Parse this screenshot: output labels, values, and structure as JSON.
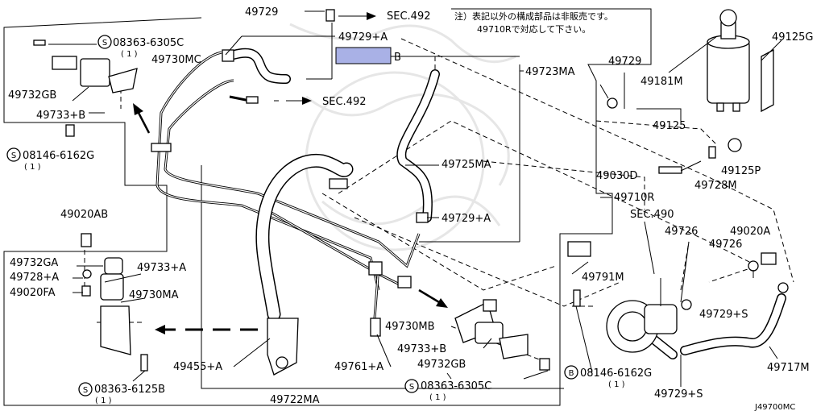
{
  "diagram": {
    "code": "J49700MC",
    "note": {
      "line1": "注）表記以外の構成部品は非販売です。",
      "line2": "49710Rで対応して下さい。"
    },
    "labels": {
      "p49729_top": "49729",
      "sec492_a": "SEC.492",
      "sec492_b": "SEC.492",
      "sec490": "SEC.490",
      "p49729_a": "49729+A",
      "p49729_a2": "49729+A",
      "b_callout": "B",
      "p49723ma": "49723MA",
      "p49730mc": "49730MC",
      "p49732gb_a": "49732GB",
      "p49733_b_a": "49733+B",
      "s08363_6305c_a": "08363-6305C",
      "s08363_6305c_a_q": "( 1 )",
      "s08146_6162g": "08146-6162G",
      "s08146_6162g_q": "( 1 )",
      "p49725ma": "49725MA",
      "p49729": "49729",
      "p49181m": "49181M",
      "p49125": "49125",
      "p49125g": "49125G",
      "p49030d": "49030D",
      "p49125p": "49125P",
      "p49728m": "49728M",
      "p49710r": "49710R",
      "p49020ab": "49020AB",
      "p49732ga": "49732GA",
      "p49733_a": "49733+A",
      "p49728_a": "49728+A",
      "p49020fa": "49020FA",
      "p49730ma": "49730MA",
      "p49726_a": "49726",
      "p49726_b": "49726",
      "p49020a": "49020A",
      "p49791m": "49791M",
      "p49729_s_a": "49729+S",
      "p49729_s_b": "49729+S",
      "p49730mb": "49730MB",
      "p49733_b_b": "49733+B",
      "p49732gb_b": "49732GB",
      "s08363_6305c_b": "08363-6305C",
      "s08363_6305c_b_q": "( 1 )",
      "p49455_a": "49455+A",
      "p49761_a": "49761+A",
      "p49722ma": "49722MA",
      "s08363_6125b": "08363-6125B",
      "s08363_6125b_q": "( 1 )",
      "b08146_6162g": "08146-6162G",
      "b08146_6162g_q": "( 1 )",
      "p49717m": "49717M"
    },
    "symbols": {
      "s": "S",
      "b": "B"
    },
    "colors": {
      "line": "#000000",
      "highlight": "#a9b1e6",
      "watermark": "#e6e6e6",
      "background": "#ffffff"
    }
  }
}
